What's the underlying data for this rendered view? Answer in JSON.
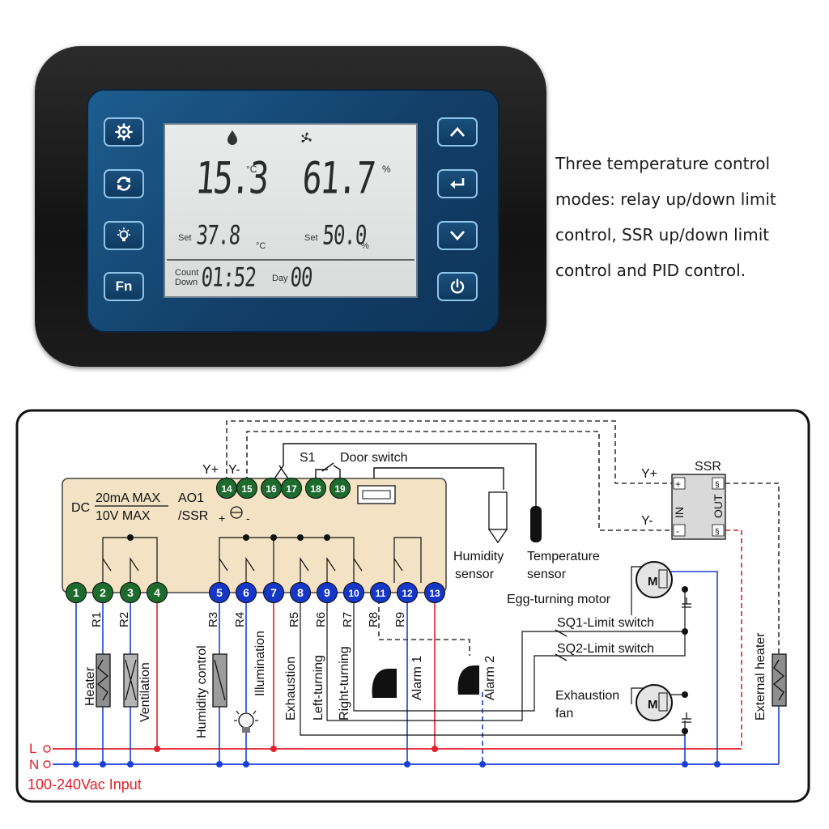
{
  "description": [
    "Three temperature control",
    "modes: relay up/down limit",
    "control, SSR up/down limit",
    "control and PID control."
  ],
  "lcd": {
    "temperature": "15.3",
    "temp_unit": "°C",
    "humidity": "61.7",
    "humidity_unit": "%",
    "set_label": "Set",
    "set_temperature": "37.8",
    "set_temp_unit": "°C",
    "set_humidity": "50.0",
    "set_humidity_unit": "%",
    "count_label_1": "Count",
    "count_label_2": "Down",
    "countdown": "01:52",
    "day_label": "Day",
    "day": "00"
  },
  "keys": {
    "left": [
      "settings",
      "cycle",
      "light",
      "Fn"
    ],
    "right": [
      "up",
      "enter",
      "down",
      "power"
    ],
    "fn_label": "Fn"
  },
  "wiring": {
    "terminals": [
      "1",
      "2",
      "3",
      "4",
      "5",
      "6",
      "7",
      "8",
      "9",
      "10",
      "11",
      "12",
      "13",
      "14",
      "15",
      "16",
      "17",
      "18",
      "19"
    ],
    "colors": {
      "green_terminal": "#1e6b2e",
      "blue_terminal": "#1537c8",
      "live": "#e0202a",
      "neutral": "#1a3fd6",
      "box": "#f3e2c3"
    },
    "dc_label": "DC",
    "dc_ma": "20mA MAX",
    "dc_v": "10V MAX",
    "ao_label_1": "AO1",
    "ao_label_2": "/SSR",
    "y_plus": "Y+",
    "y_minus": "Y-",
    "plus": "+",
    "minus": "-",
    "s1": "S1",
    "door_switch": "Door switch",
    "relays": [
      "R1",
      "R2",
      "R3",
      "R4",
      "R5",
      "R6",
      "R7",
      "R8",
      "R9"
    ],
    "heater": "Heater",
    "ventilation": "Ventilation",
    "humidity_control": "Humidity control",
    "illumination": "Illumination",
    "exhaustion": "Exhaustion",
    "left_turning": "Left-turning",
    "right_turning": "Right-turning",
    "alarm_1": "Alarm 1",
    "alarm_2": "Alarm 2",
    "humidity_sensor_1": "Humidity",
    "humidity_sensor_2": "sensor",
    "temperature_sensor_1": "Temperature",
    "temperature_sensor_2": "sensor",
    "egg_turning_motor": "Egg-turning motor",
    "sq1": "SQ1-Limit switch",
    "sq2": "SQ2-Limit switch",
    "exhaustion_fan_1": "Exhaustion",
    "exhaustion_fan_2": "fan",
    "external_heater": "External heater",
    "ssr": "SSR",
    "ssr_in": "IN",
    "ssr_out": "OUT",
    "ssr_plus": "+",
    "ssr_minus": "-",
    "ssr_tilde": "§",
    "motor_m": "M",
    "l_label": "L",
    "n_label": "N",
    "input": "100-240Vac  Input"
  }
}
